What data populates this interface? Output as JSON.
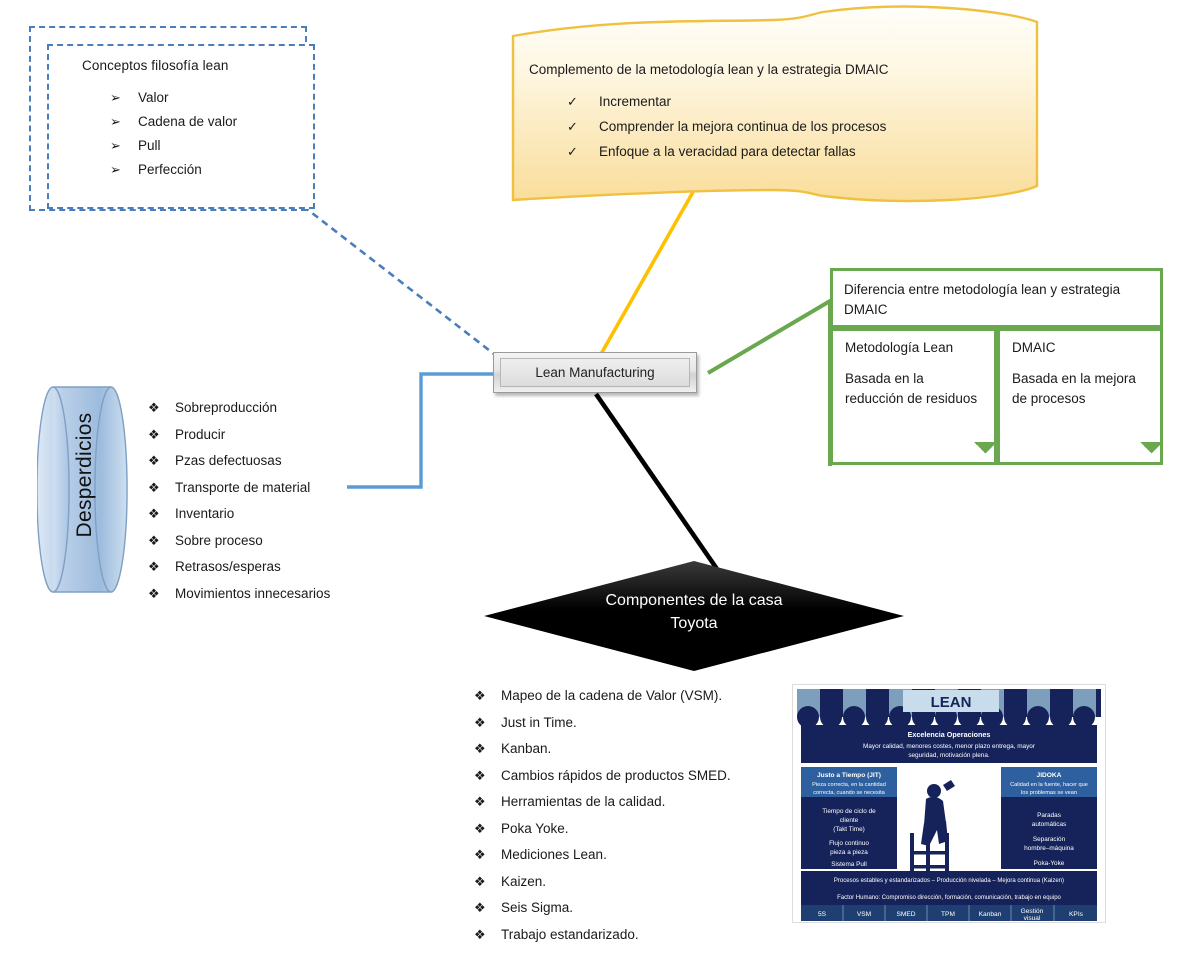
{
  "concepts": {
    "title": "Conceptos filosofía lean",
    "bullet_glyph": "➢",
    "items": [
      "Valor",
      "Cadena de valor",
      "Pull",
      "Perfección"
    ]
  },
  "banner": {
    "title": "Complemento de la metodología lean y la estrategia DMAIC",
    "bullet_glyph": "✓",
    "items": [
      "Incrementar",
      "Comprender la mejora continua de los procesos",
      "Enfoque a la veracidad para detectar fallas"
    ],
    "color_border": "#f0c040",
    "color_fill_top": "#fffdf5",
    "color_fill_bottom": "#fbe0a0"
  },
  "difference": {
    "header": "Diferencia entre metodología lean y estrategia DMAIC",
    "left": {
      "title": "Metodología Lean",
      "body": "Basada en la reducción de residuos"
    },
    "right": {
      "title": "DMAIC",
      "body": "Basada en la mejora de procesos"
    },
    "color": "#6aa84f"
  },
  "waste": {
    "cylinder_label": "Desperdicios",
    "bullet_glyph": "❖",
    "items": [
      "Sobreproducción",
      "Producir",
      "Pzas defectuosas",
      "Transporte de material",
      "Inventario",
      "Sobre proceso",
      "Retrasos/esperas",
      "Movimientos innecesarios"
    ],
    "color": "#b8cce4"
  },
  "center": {
    "label": "Lean Manufacturing"
  },
  "diamond": {
    "label": "Componentes de la casa\nToyota",
    "color": "#000000"
  },
  "components": {
    "bullet_glyph": "❖",
    "items": [
      "Mapeo de la cadena de Valor (VSM).",
      "Just in Time.",
      "Kanban.",
      "Cambios rápidos de productos SMED.",
      "Herramientas de la calidad.",
      "Poka Yoke.",
      "Mediciones Lean.",
      "Kaizen.",
      "Seis Sigma.",
      "Trabajo estandarizado."
    ]
  },
  "house": {
    "roof_title": "LEAN",
    "attic_title": "Excelencia Operaciones",
    "attic_text": "Mayor calidad, menores costes, menor plazo entrega, mayor seguridad, motivación plena.",
    "pillar_left": {
      "header_title": "Justo a Tiempo (JIT)",
      "header_text": "Pieza correcta, en la cantidad correcta, cuando se necesita",
      "body": [
        "Tiempo de ciclo de cliente (Takt Time)",
        "Flujo continuo pieza a pieza",
        "Sistema Pull"
      ]
    },
    "pillar_right": {
      "header_title": "JIDOKA",
      "header_text": "Calidad en la fuente, hacer que los problemas se vean",
      "body": [
        "Paradas automáticas",
        "Separación hombre–máquina",
        "Poka-Yoke"
      ]
    },
    "band1": "Procesos estables y estandarizados – Producción nivelada  – Mejora continua (Kaizen)",
    "band2": "Factor Humano: Compromiso dirección, formación, comunicación, trabajo en equipo",
    "foundation_cells": [
      "5S",
      "VSM",
      "SMED",
      "TPM",
      "Kanban",
      "Gestión visual",
      "KPIs"
    ],
    "color_dark": "#16235a",
    "color_mid": "#1f3f73",
    "color_light": "#5d85a8"
  },
  "connectors": {
    "dashed_blue": "#4a7ebb",
    "solid_blue": "#5b9bd5",
    "yellow": "#ffc000",
    "green": "#6aa84f",
    "black": "#000000"
  }
}
